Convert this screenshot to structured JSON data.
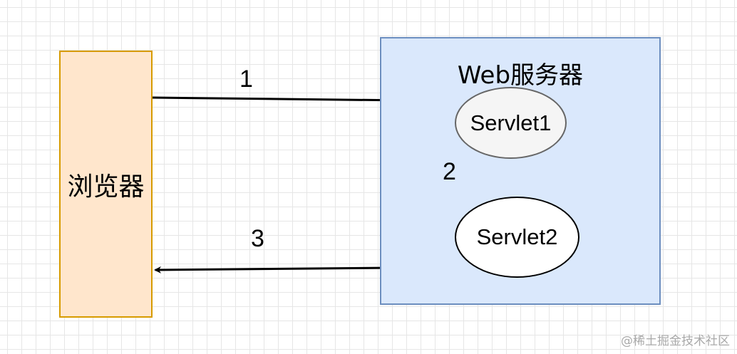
{
  "colors": {
    "browser_fill": "#ffe6cc",
    "browser_stroke": "#d79b00",
    "server_fill": "#dae8fc",
    "server_stroke": "#6c8ebf",
    "servlet1_fill": "#f5f5f5",
    "servlet1_stroke": "#666666",
    "servlet2_fill": "#ffffff",
    "grid": "#e6e6e6"
  },
  "browser": {
    "label": "浏览器"
  },
  "server": {
    "title": "Web服务器",
    "servlet1": "Servlet1",
    "servlet2": "Servlet2"
  },
  "steps": [
    "1",
    "2",
    "3"
  ],
  "watermark": "@稀土掘金技术社区"
}
